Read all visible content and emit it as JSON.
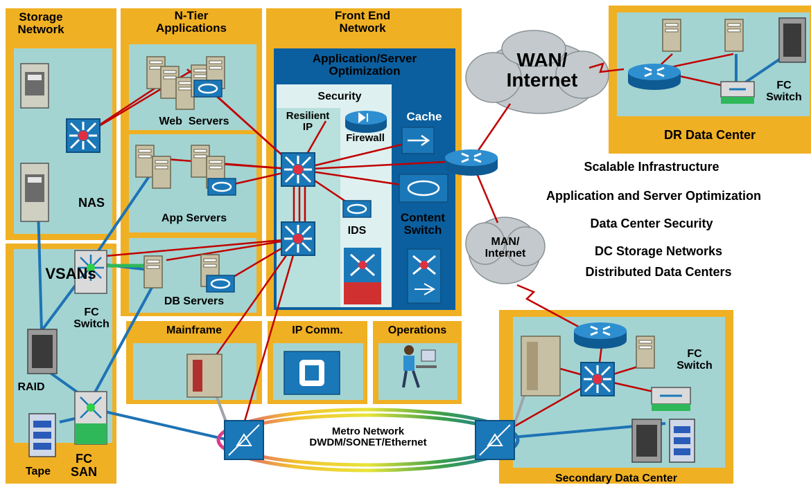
{
  "panels": {
    "storage_network": "Storage\nNetwork",
    "ntier_applications": "N-Tier\nApplications",
    "front_end_network": "Front End\nNetwork",
    "app_server_optimization": "Application/Server\nOptimization",
    "security": "Security",
    "resilient_ip": "Resilient\nIP",
    "dr_data_center": "DR Data Center",
    "mainframe": "Mainframe",
    "ip_comm": "IP Comm.",
    "operations": "Operations",
    "secondary_data_center": "Secondary Data Center",
    "fc_san": "FC\nSAN"
  },
  "labels": {
    "web_servers": "Web  Servers",
    "app_servers": "App Servers",
    "db_servers": "DB Servers",
    "nas": "NAS",
    "vsans": "VSANs",
    "fc_switch_left": "FC\nSwitch",
    "raid": "RAID",
    "tape": "Tape",
    "firewall": "Firewall",
    "cache": "Cache",
    "ids": "IDS",
    "content_switch": "Content\nSwitch",
    "wan_internet": "WAN/\nInternet",
    "man_internet": "MAN/\nInternet",
    "fc_switch_dr": "FC\nSwitch",
    "fc_switch_secondary": "FC\nSwitch",
    "metro_network": "Metro Network\nDWDM/SONET/Ethernet"
  },
  "capabilities": [
    "Scalable Infrastructure",
    "Application and Server Optimization",
    "Data Center Security",
    "DC Storage Networks",
    "Distributed Data Centers"
  ],
  "colors": {
    "panel_orange": "#f0b024",
    "panel_teal": "#a3d4d2",
    "front_end_blue": "#0b5f9e",
    "security_light": "#dff0f0",
    "router_blue": "#1b78b8",
    "wan_link_red": "#c00000",
    "storage_link_blue": "#1e73b4"
  }
}
